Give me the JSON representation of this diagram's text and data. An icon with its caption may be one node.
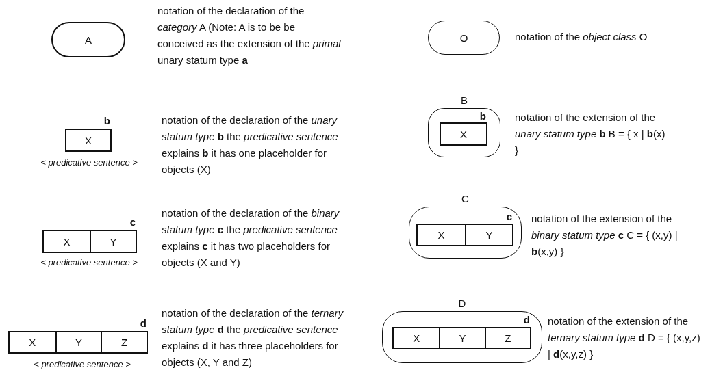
{
  "diagram": {
    "nodes": [
      {
        "text": [
          "A"
        ],
        "beside": [
          "notation of the declaration of the *category* A (Note: A is to be be conceived as the extension of the *primal* unary statum type **a**"
        ]
      },
      {
        "text": [
          "O"
        ],
        "beside": [
          "notation of the *object class* O"
        ]
      },
      {
        "text": [
          "b",
          "X"
        ],
        "beside": [
          "< predicative sentence >",
          "notation of the declaration of the *unary statum type* **b** the *predicative sentence* explains **b** it has one placeholder for objects (X)"
        ]
      },
      {
        "text": [
          "B"
        ],
        "beside": [
          "notation of the extension of the *unary statum type* **b** B = { x | **b**(x) }"
        ]
      },
      {
        "text": [
          "b",
          "X"
        ],
        "in": 3
      },
      {
        "text": [
          "c"
        ],
        "beside": [
          "< predicative sentence >",
          "notation of the declaration of the *binary statum type* **c** the *predicative sentence* explains **c** it has two placeholders for objects (X and Y)"
        ]
      },
      {
        "text": [
          "X"
        ],
        "in": 5
      },
      {
        "text": [
          "Y"
        ],
        "in": 5
      },
      {
        "text": [
          "C"
        ],
        "beside": [
          "notation of the extension of the *binary statum type* **c** C = { (x,y) | **b**(x,y) }"
        ]
      },
      {
        "text": [
          "c"
        ],
        "in": 8
      },
      {
        "text": [
          "X"
        ],
        "in": 9
      },
      {
        "text": [
          "Y"
        ],
        "in": 9
      },
      {
        "text": [
          "d"
        ],
        "beside": [
          "< predicative sentence >",
          "notation of the declaration of the *ternary statum type* **d** the *predicative sentence* explains **d** it has three placeholders for objects (X, Y and Z)"
        ]
      },
      {
        "text": [
          "X"
        ],
        "in": 12
      },
      {
        "text": [
          "Y"
        ],
        "in": 12
      },
      {
        "text": [
          "Z"
        ],
        "in": 12
      },
      {
        "text": [
          "D"
        ],
        "beside": [
          "notation of the extension of the *ternary statum type* **d** D = { (x,y,z) | **d**(x,y,z) }"
        ]
      },
      {
        "text": [
          "d"
        ],
        "in": 16
      },
      {
        "text": [
          "X"
        ],
        "in": 17
      },
      {
        "text": [
          "Y"
        ],
        "in": 17
      },
      {
        "text": [
          "Z"
        ],
        "in": 17
      }
    ]
  }
}
